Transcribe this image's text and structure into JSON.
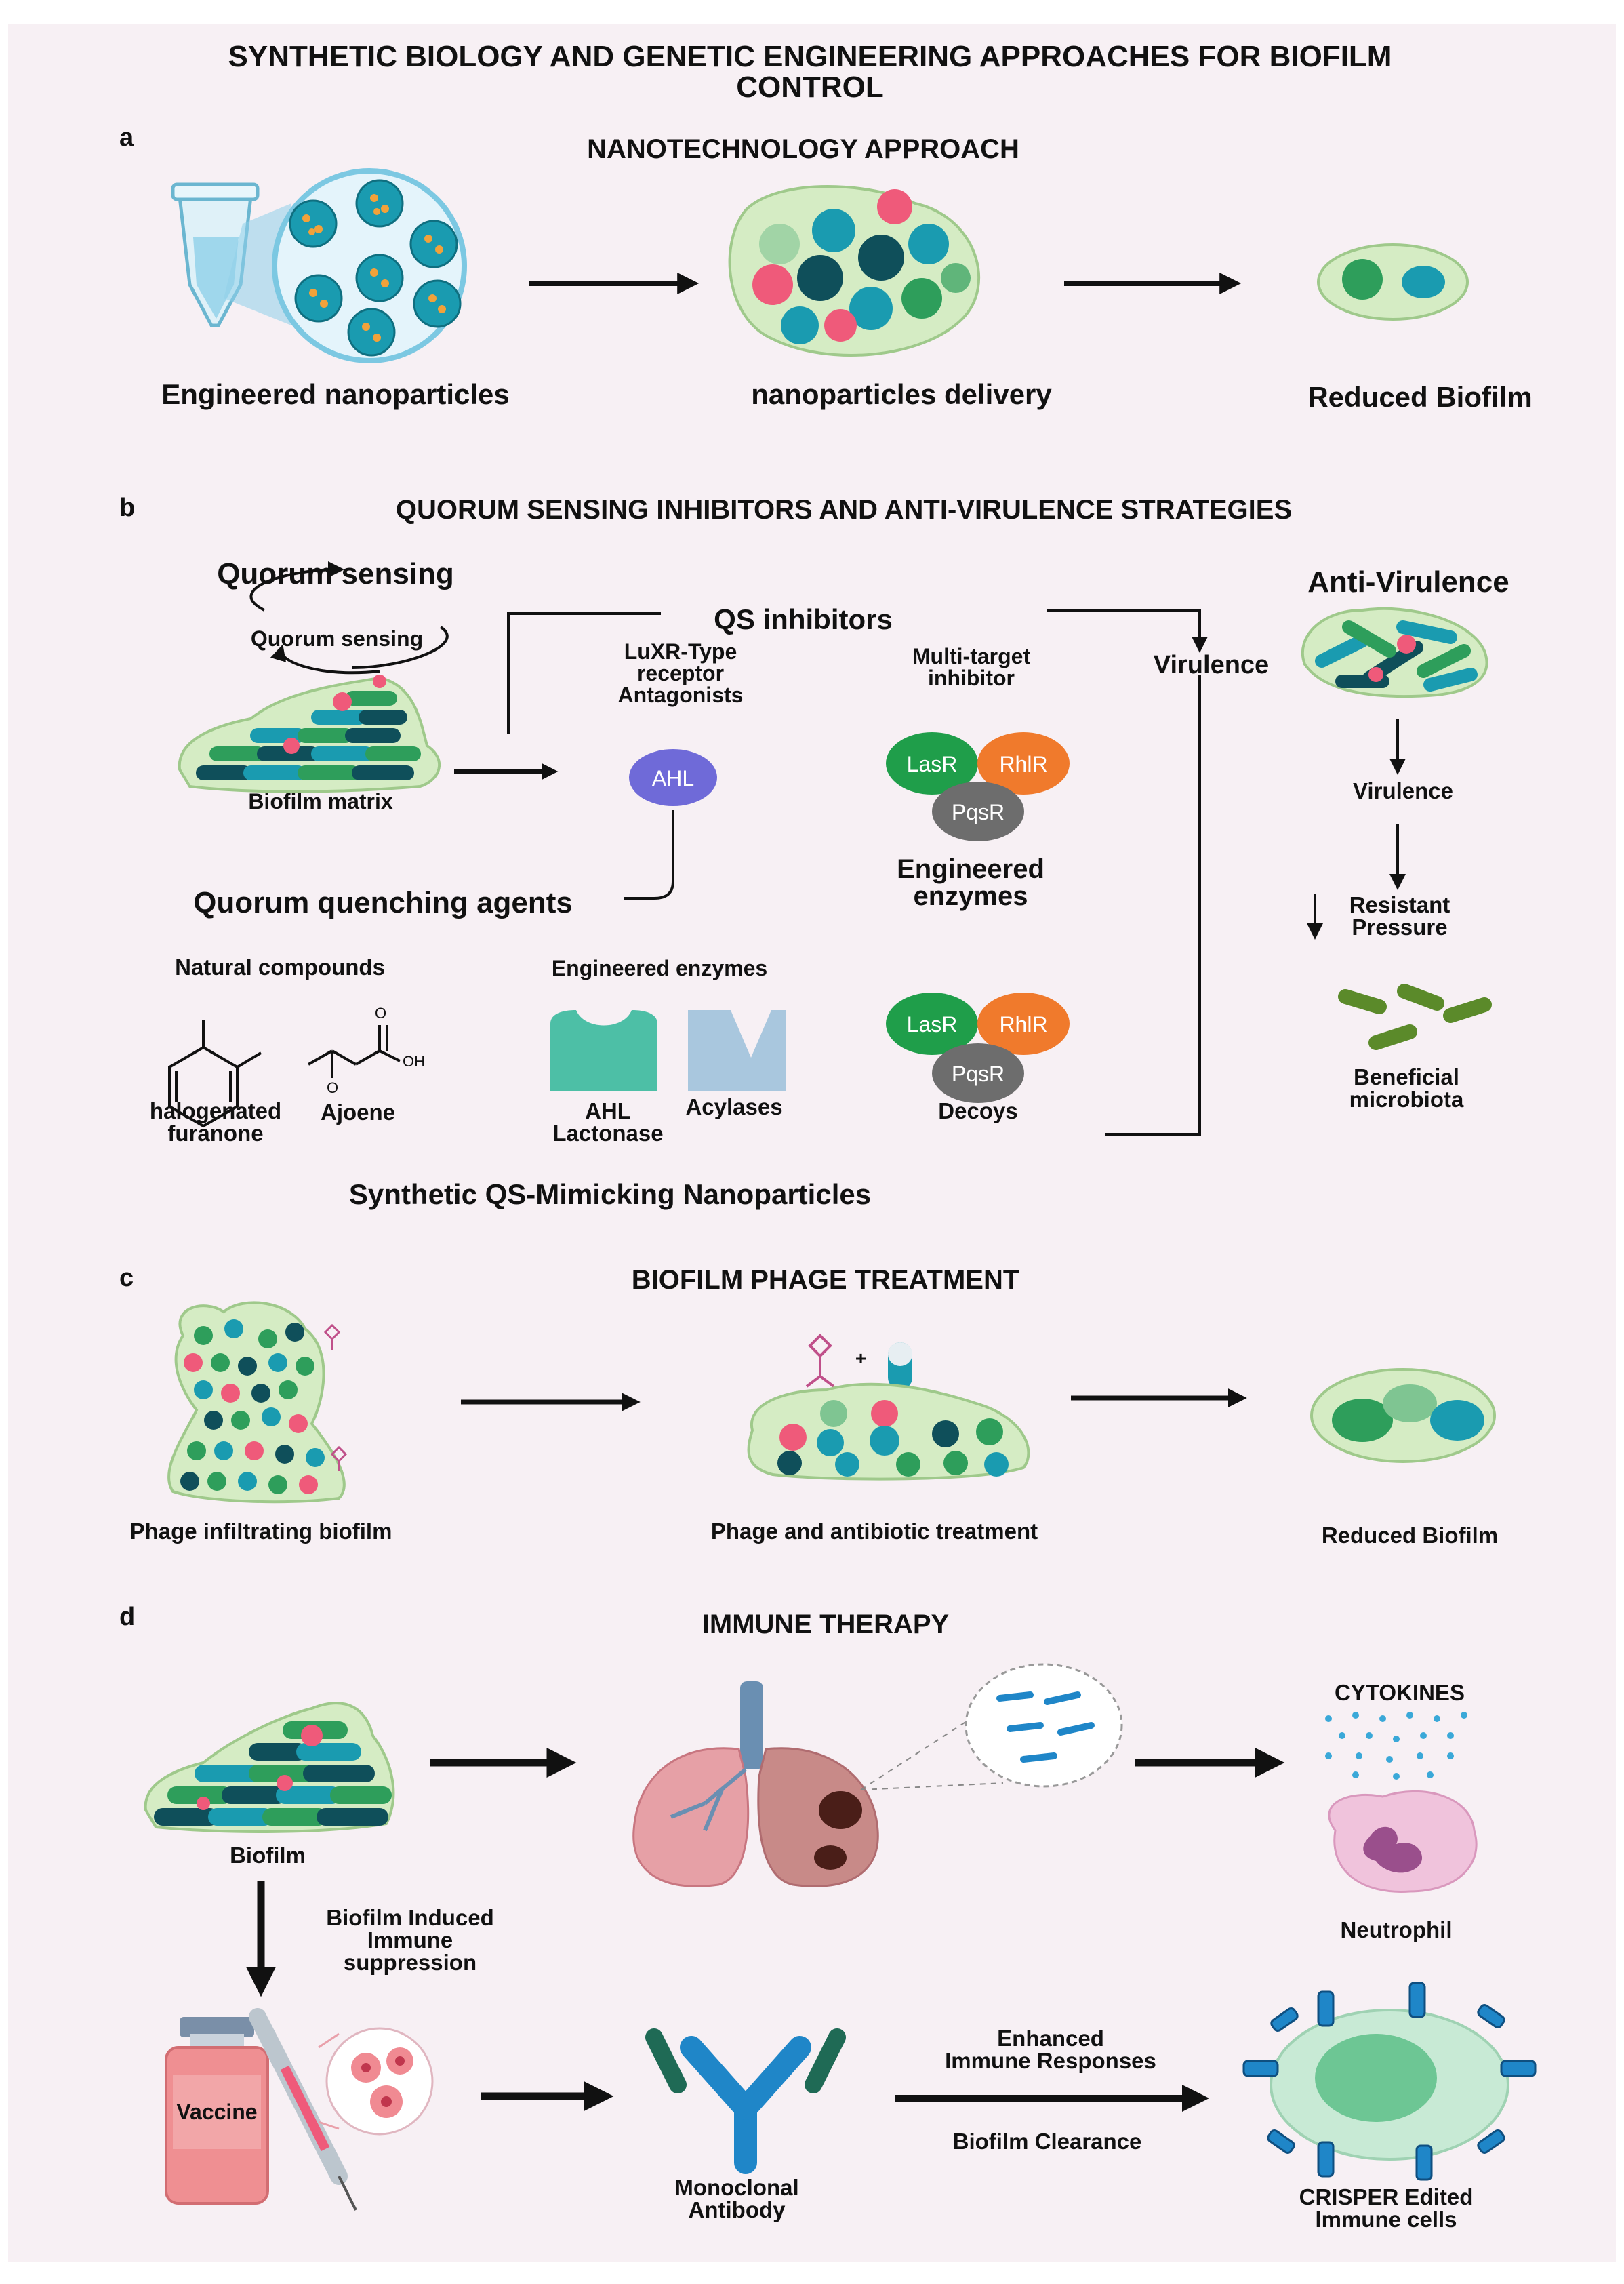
{
  "title": "SYNTHETIC BIOLOGY AND GENETIC ENGINEERING APPROACHES FOR BIOFILM\nCONTROL",
  "panel_a": {
    "letter": "a",
    "heading": "NANOTECHNOLOGY APPROACH",
    "labels": [
      "Engineered nanoparticles",
      "nanoparticles delivery",
      "Reduced Biofilm"
    ]
  },
  "panel_b": {
    "letter": "b",
    "heading": "QUORUM SENSING INHIBITORS AND ANTI-VIRULENCE STRATEGIES",
    "quorum_sensing_title": "Quorum sensing",
    "quorum_sensing_cycle": "Quorum sensing",
    "biofilm_matrix": "Biofilm matrix",
    "qs_inhibitors": "QS inhibitors",
    "luxr": "LuXR-Type\nreceptor\nAntagonists",
    "ahl": "AHL",
    "multi_target": "Multi-target\ninhibitor",
    "lasr": "LasR",
    "rhlr": "RhlR",
    "pqsr": "PqsR",
    "engineered_enzymes_b": "Engineered\nenzymes",
    "quorum_quenching": "Quorum quenching agents",
    "natural_compounds": "Natural  compounds",
    "halogenated_furanone": "halogenated\nfuranone",
    "ajoene": "Ajoene",
    "chem_o": "O",
    "chem_oh": "OH",
    "engineered_enzymes_small": "Engineered enzymes",
    "ahl_lactonase": "AHL\nLactonase",
    "acylases": "Acylases",
    "decoys": "Decoys",
    "virulence_mid": "Virulence",
    "anti_virulence": "Anti-Virulence",
    "virulence_right": "Virulence",
    "resistant_pressure": "Resistant\nPressure",
    "beneficial_microbiota": "Beneficial\nmicrobiota",
    "synthetic_qs": "Synthetic QS-Mimicking Nanoparticles"
  },
  "panel_c": {
    "letter": "c",
    "heading": "BIOFILM PHAGE TREATMENT",
    "plus": "+",
    "labels": [
      "Phage infiltrating biofilm",
      "Phage and antibiotic treatment",
      "Reduced Biofilm"
    ]
  },
  "panel_d": {
    "letter": "d",
    "heading": "IMMUNE THERAPY",
    "biofilm": "Biofilm",
    "cytokines": "CYTOKINES",
    "neutrophil": "Neutrophil",
    "induced_suppression": "Biofilm Induced\nImmune\nsuppression",
    "vaccine": "Vaccine",
    "monoclonal_antibody": "Monoclonal\nAntibody",
    "enhanced_responses": "Enhanced\nImmune Responses",
    "biofilm_clearance": "Biofilm Clearance",
    "crisper_cells": "CRISPER Edited\nImmune cells"
  },
  "colors": {
    "background": "#f7f0f4",
    "biofilm_matrix": "#d5ecc4",
    "teal": "#1a9bb0",
    "dark_teal": "#0f4f5a",
    "green": "#2e9e5b",
    "pink": "#ef5a7a",
    "ahl_purple": "#6f6ad8",
    "lasr_green": "#1f9e4a",
    "rhlr_orange": "#f07a2c",
    "pqsr_grey": "#6d6d6d",
    "lactonase_teal": "#4dbfa6",
    "acylase_blue": "#a9c7de",
    "antibody_blue": "#1f86c8",
    "antibody_green": "#1f6a55",
    "lung_pink": "#e6a0a6",
    "vaccine_red": "#ef8f92"
  }
}
